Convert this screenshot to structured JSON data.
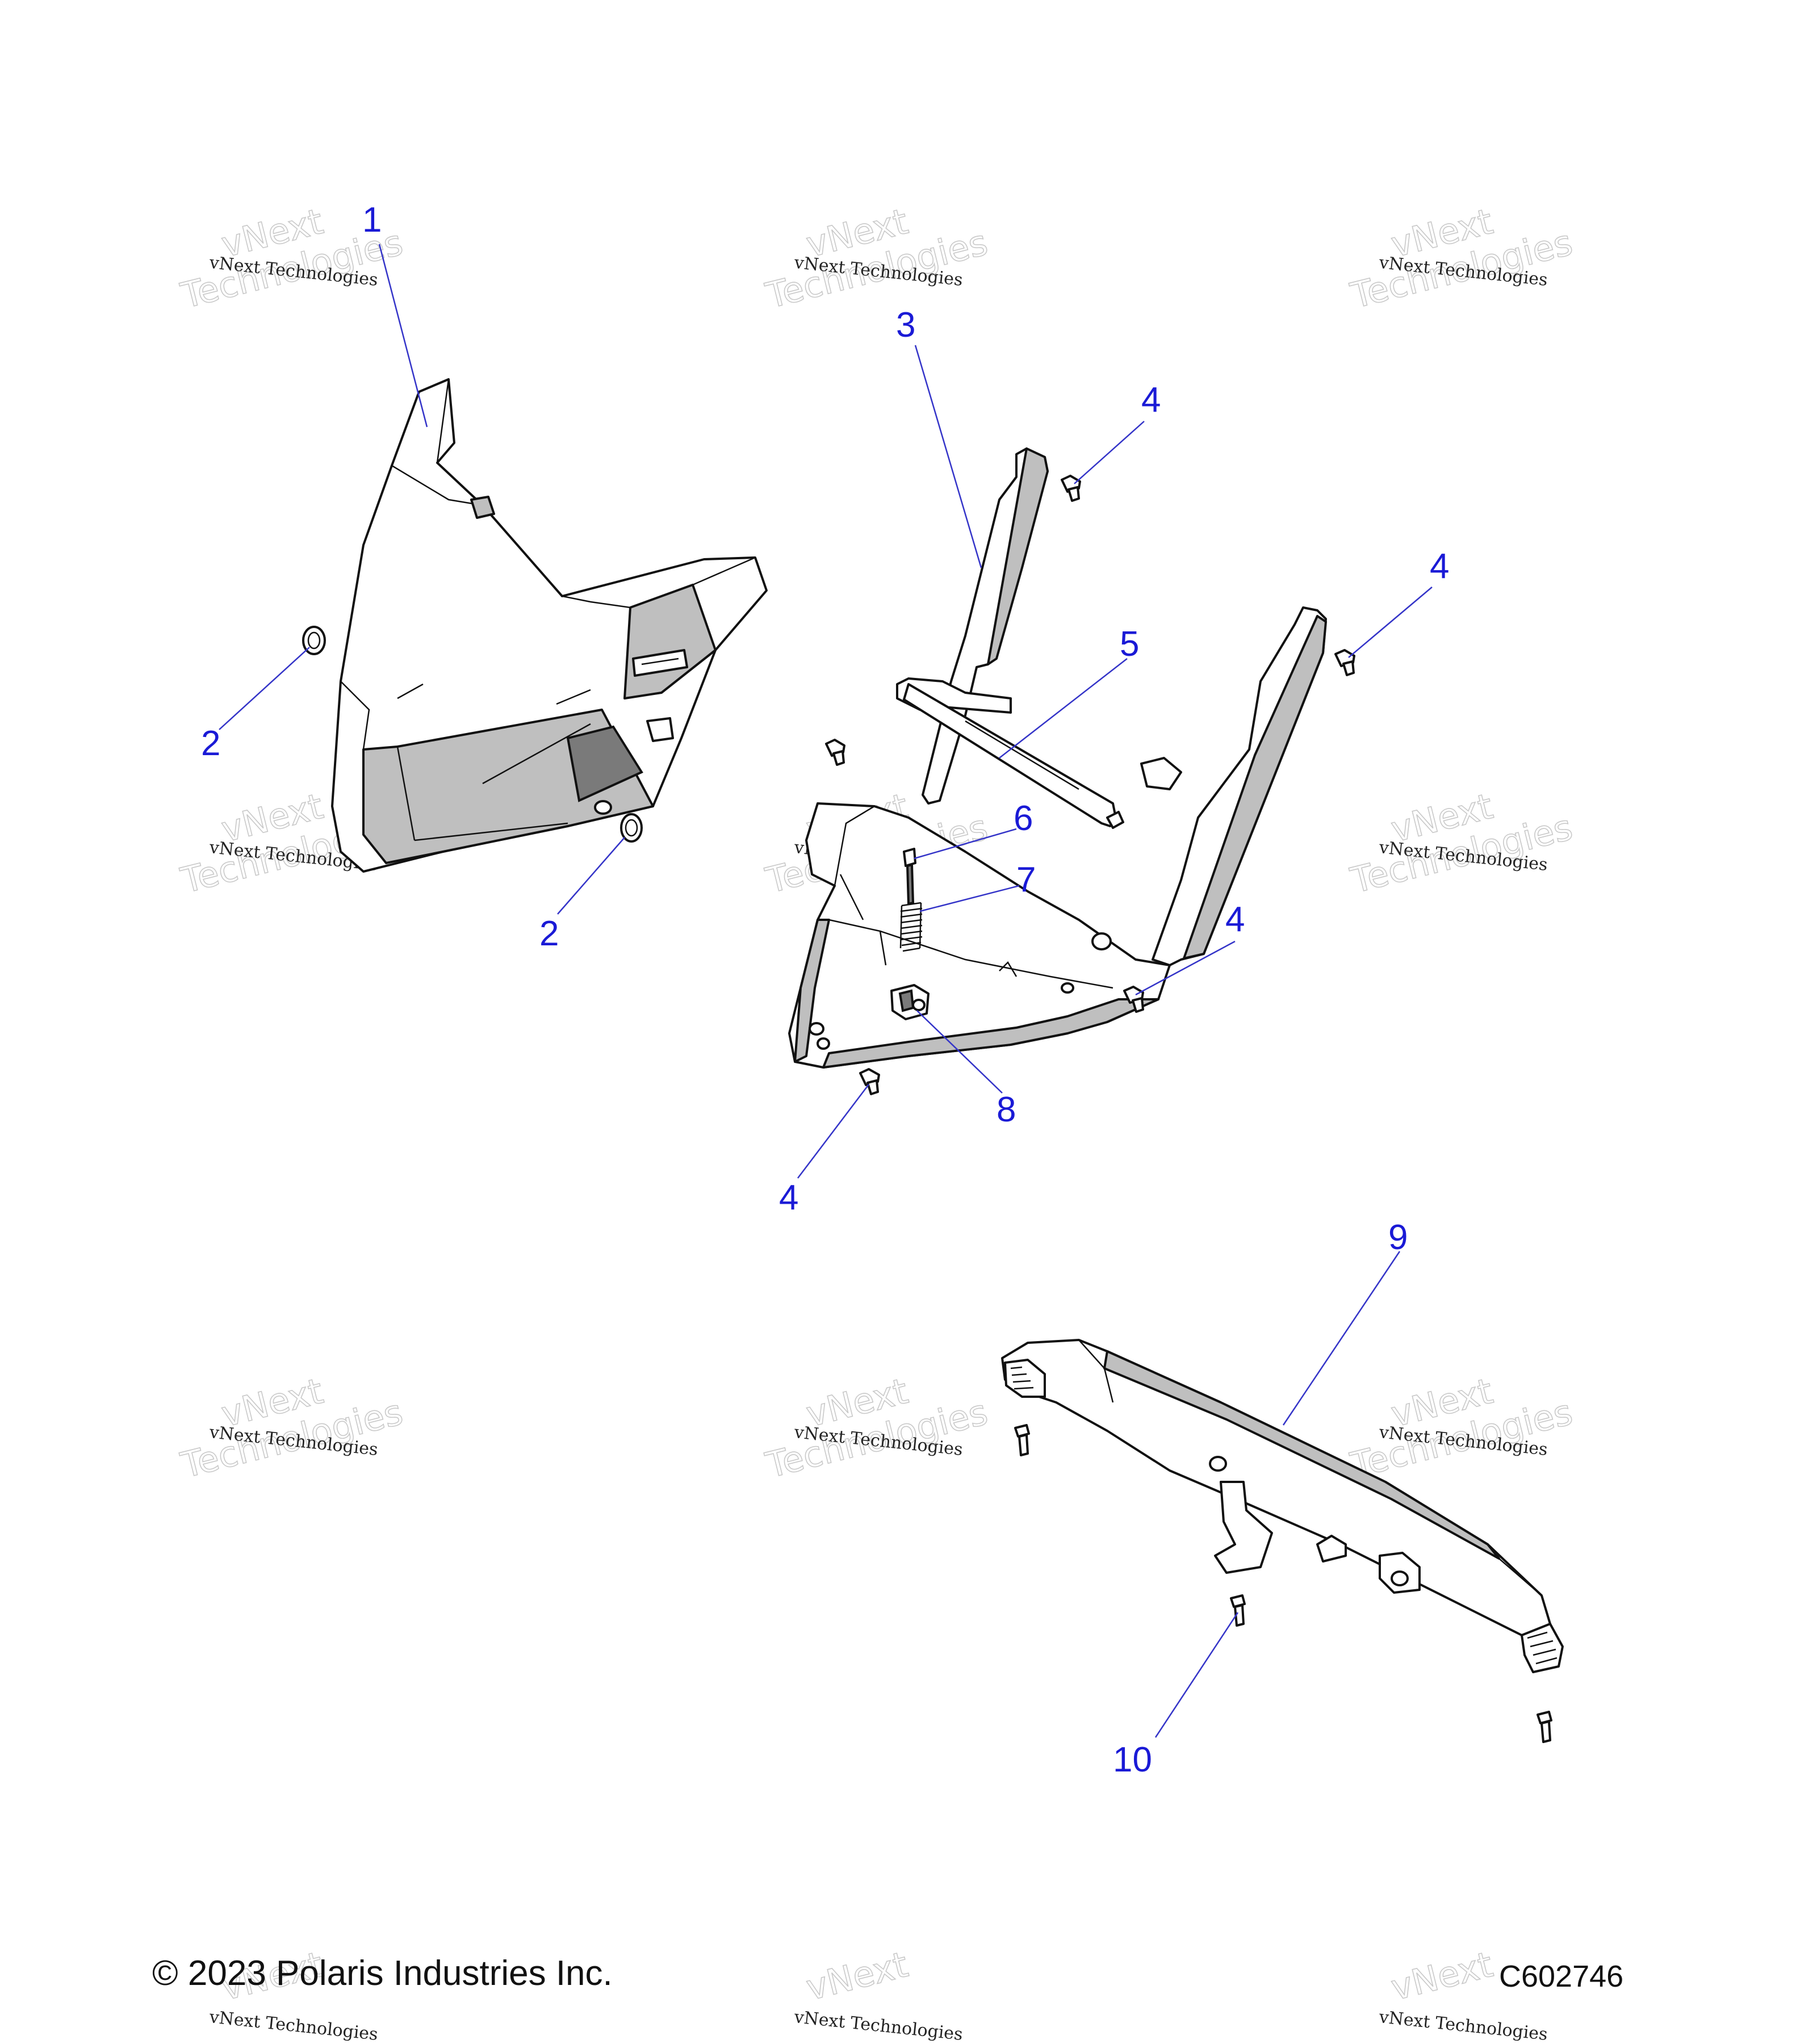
{
  "diagram": {
    "callouts": {
      "c1": "1",
      "c2a": "2",
      "c2b": "2",
      "c3": "3",
      "c4a": "4",
      "c4b": "4",
      "c4c": "4",
      "c4d": "4",
      "c5": "5",
      "c6": "6",
      "c7": "7",
      "c8": "8",
      "c9": "9",
      "c10": "10"
    },
    "callout_color": "#1a1ad6",
    "watermark": {
      "small": "vNext Technologies",
      "big_top": "vNext",
      "big_bottom": "Technologies"
    }
  },
  "footer": {
    "copyright": "© 2023 Polaris Industries Inc.",
    "code": "C602746"
  }
}
